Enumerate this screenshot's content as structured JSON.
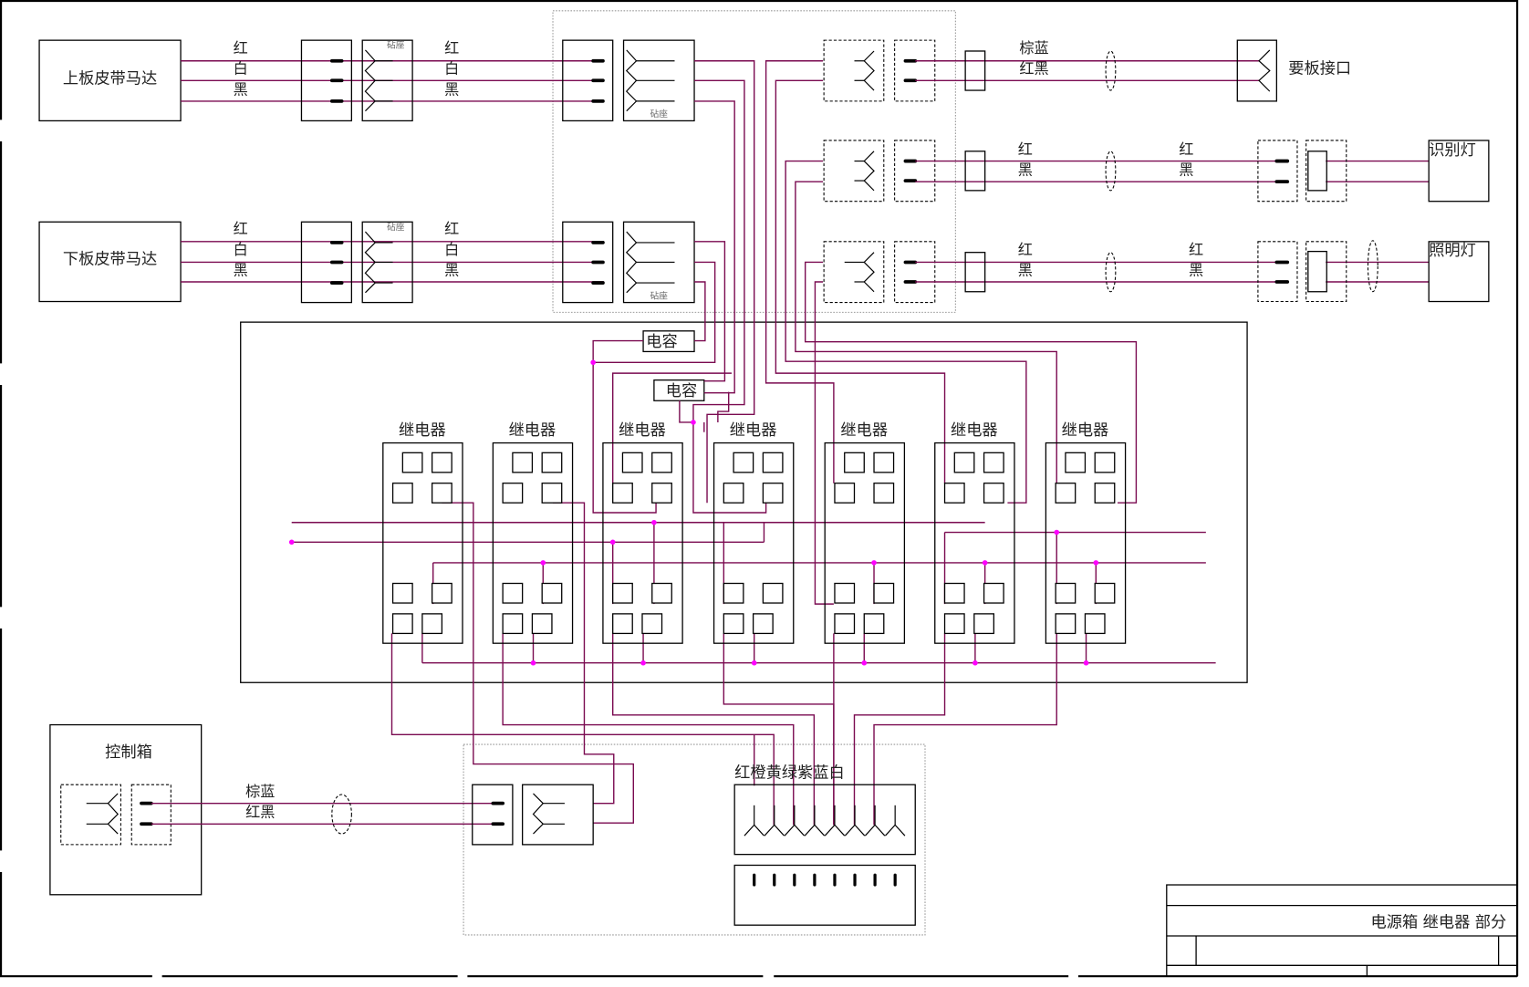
{
  "title_block": {
    "title": "电源箱  继电器    部分"
  },
  "motors": [
    {
      "label": "上板皮带马达"
    },
    {
      "label": "下板皮带马达"
    }
  ],
  "wire_labels": {
    "three": [
      "红",
      "白",
      "黑"
    ],
    "brown_blue": "棕蓝",
    "red_black": "红黑",
    "red": "红",
    "black": "黑"
  },
  "socket_label": "砧座",
  "outputs": [
    {
      "label": "要板接口"
    },
    {
      "label": "识别灯"
    },
    {
      "label": "照明灯"
    }
  ],
  "capacitors": [
    {
      "label": "电容"
    },
    {
      "label": "电容"
    }
  ],
  "relays": [
    {
      "label": "继电器"
    },
    {
      "label": "继电器"
    },
    {
      "label": "继电器"
    },
    {
      "label": "继电器"
    },
    {
      "label": "继电器"
    },
    {
      "label": "继电器"
    },
    {
      "label": "继电器"
    }
  ],
  "control_box": {
    "label": "控制箱"
  },
  "color_connector": {
    "label": "红橙黄绿紫蓝白"
  },
  "colors": {
    "wire": "#7a0a50",
    "junction": "#ff00ff",
    "line": "#000000"
  }
}
